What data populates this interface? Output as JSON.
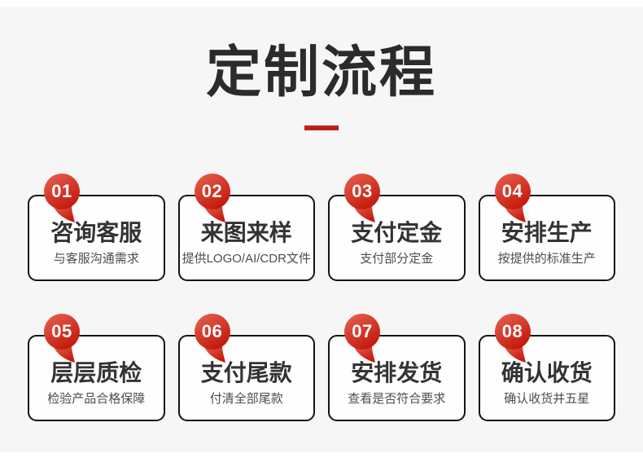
{
  "header": {
    "title": "定制流程"
  },
  "colors": {
    "page_background": "#f6f6f6",
    "card_background": "#fefefe",
    "card_border": "#141414",
    "title_color": "#2b2b2b",
    "underline_red": "#bf1f1b",
    "badge_gradient_top": "#e65948",
    "badge_gradient_bottom": "#c41a0c",
    "badge_number_color": "#ffffff"
  },
  "icons": {
    "badge_shape": "speech-bubble-icon"
  },
  "steps": [
    {
      "number": "01",
      "title": "咨询客服",
      "subtitle": "与客服沟通需求"
    },
    {
      "number": "02",
      "title": "来图来样",
      "subtitle": "提供LOGO/AI/CDR文件"
    },
    {
      "number": "03",
      "title": "支付定金",
      "subtitle": "支付部分定金"
    },
    {
      "number": "04",
      "title": "安排生产",
      "subtitle": "按提供的标准生产"
    },
    {
      "number": "05",
      "title": "层层质检",
      "subtitle": "检验产品合格保障"
    },
    {
      "number": "06",
      "title": "支付尾款",
      "subtitle": "付清全部尾款"
    },
    {
      "number": "07",
      "title": "安排发货",
      "subtitle": "查看是否符合要求"
    },
    {
      "number": "08",
      "title": "确认收货",
      "subtitle": "确认收货并五星"
    }
  ]
}
